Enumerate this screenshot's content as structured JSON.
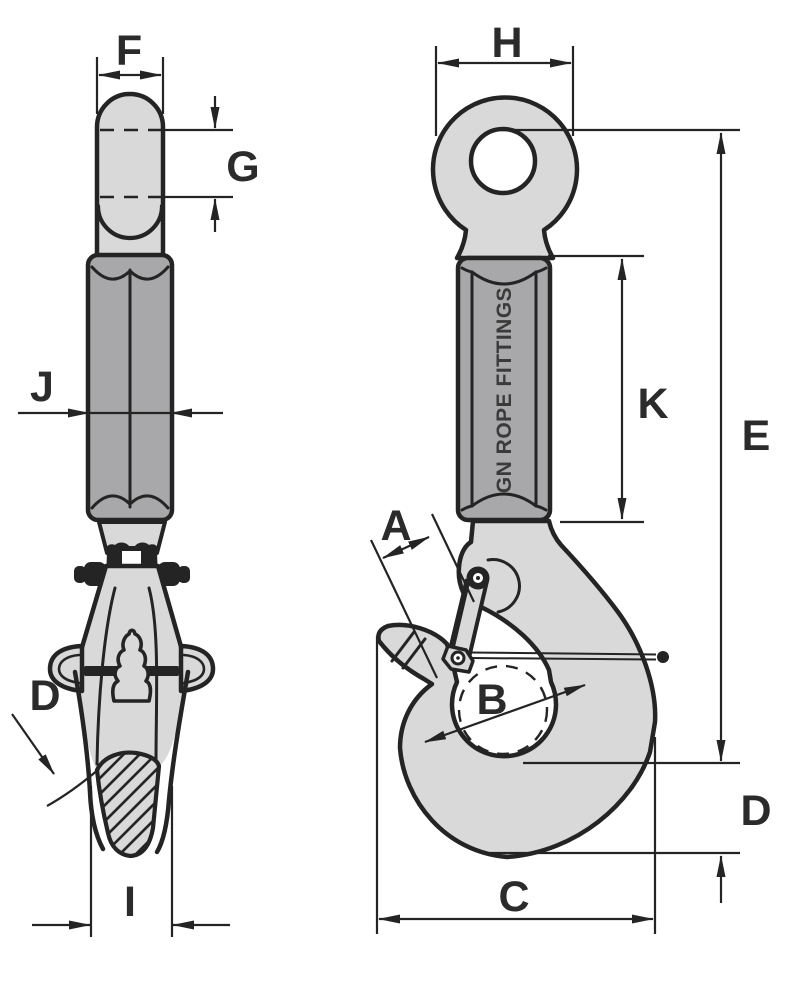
{
  "diagram": {
    "brand_text": "GN ROPE FITTINGS",
    "labels": {
      "F": "F",
      "G": "G",
      "H": "H",
      "J": "J",
      "K": "K",
      "E": "E",
      "A": "A",
      "B": "B",
      "C": "C",
      "I": "I",
      "D_side": "D",
      "D_front": "D"
    }
  },
  "colors": {
    "background": "#ffffff",
    "body": "#d9d9da",
    "shank": "#a8a8aa",
    "outline": "#242424",
    "label": "#2b2b2b",
    "brand": "#3a3a3a",
    "white": "#ffffff"
  }
}
